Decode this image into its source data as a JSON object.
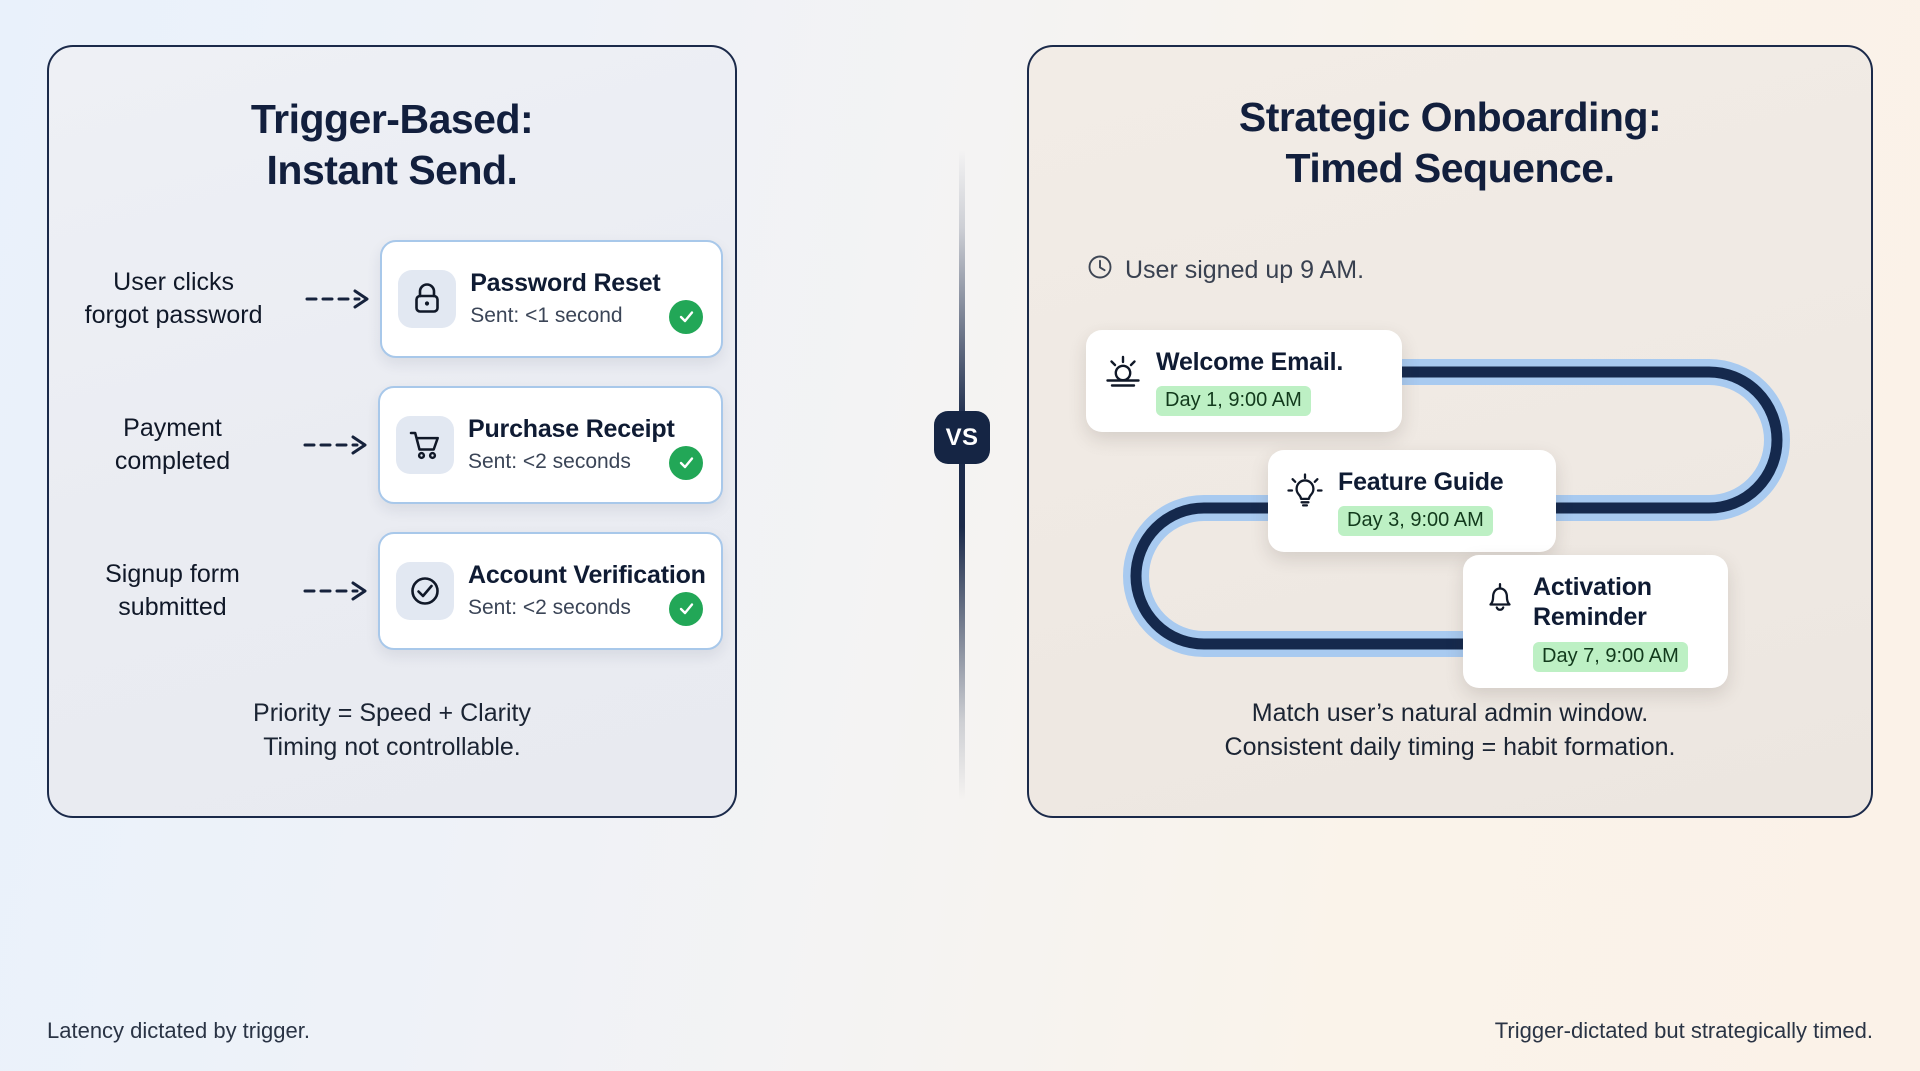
{
  "left_panel": {
    "title_lines": [
      "Trigger-Based:",
      "Instant Send."
    ],
    "triggers": [
      {
        "label_lines": [
          "User clicks",
          "forgot password"
        ],
        "icon": "lock-icon",
        "title": "Password Reset",
        "subtitle": "Sent: <1 second",
        "status": "sent-check"
      },
      {
        "label_lines": [
          "Payment",
          "completed"
        ],
        "icon": "shopping-cart-icon",
        "title": "Purchase Receipt",
        "subtitle": "Sent: <2 seconds",
        "status": "sent-check"
      },
      {
        "label_lines": [
          "Signup form",
          "submitted"
        ],
        "icon": "check-circle-icon",
        "title": "Account Verification",
        "subtitle": "Sent: <2 seconds",
        "status": "sent-check"
      }
    ],
    "note_lines": [
      "Priority = Speed + Clarity",
      "Timing not controllable."
    ],
    "caption": "Latency dictated by trigger."
  },
  "divider": {
    "badge_label": "VS"
  },
  "right_panel": {
    "title_lines": [
      "Strategic Onboarding:",
      "Timed Sequence."
    ],
    "signup": {
      "icon": "clock-icon",
      "text": "User signed up 9 AM."
    },
    "sequence": [
      {
        "icon": "sunrise-icon",
        "title": "Welcome Email.",
        "chip": "Day 1, 9:00 AM"
      },
      {
        "icon": "lightbulb-icon",
        "title": "Feature Guide",
        "chip": "Day 3, 9:00 AM"
      },
      {
        "icon": "bell-icon",
        "title_lines": [
          "Activation",
          "Reminder"
        ],
        "chip": "Day 7, 9:00 AM"
      }
    ],
    "note_lines": [
      "Match user’s natural admin window.",
      "Consistent daily timing = habit formation."
    ],
    "caption": "Trigger-dictated but strategically timed."
  },
  "colors": {
    "ink": "#121f3d",
    "navy": "#1b2a4a",
    "card_border_blue": "#a8c8ea",
    "icon_tile": "#e2e8f2",
    "check_green": "#22a757",
    "chip_green": "#bdf0c4",
    "path_dark": "#15294d",
    "path_halo": "#a8caf0",
    "bg_left": "#e9f1fb",
    "bg_right": "#fbf2e8"
  }
}
